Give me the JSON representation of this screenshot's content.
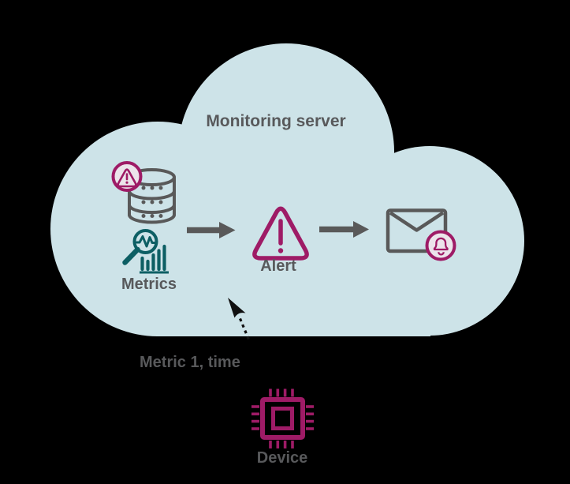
{
  "diagram": {
    "title": "Monitoring server",
    "flow": [
      {
        "id": "metrics",
        "label": "Metrics",
        "icons": [
          "warning-badge-icon",
          "database-icon",
          "search-metrics-icon",
          "bar-chart-icon"
        ]
      },
      {
        "id": "alert",
        "label": "Alert",
        "icons": [
          "alert-triangle-icon"
        ]
      },
      {
        "id": "notification",
        "label": "",
        "icons": [
          "envelope-icon",
          "notification-bell-badge-icon"
        ]
      }
    ],
    "annotation": {
      "label": "Metric 1, time",
      "icons": [
        "cursor-icon",
        "dashed-connector"
      ]
    },
    "device": {
      "label": "Device",
      "icons": [
        "chip-icon"
      ]
    },
    "colors": {
      "background": "#000000",
      "cloud": "#cde3e8",
      "icon_gray": "#595959",
      "text_gray": "#58595b",
      "magenta": "#9e1b66",
      "teal": "#0d5f64",
      "badge_fill": "#ece4eb",
      "cursor_black": "#101010"
    }
  }
}
